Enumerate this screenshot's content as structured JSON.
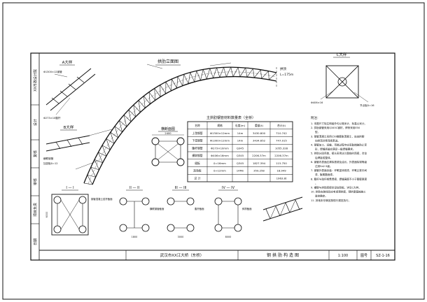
{
  "title_block": {
    "project": "武汉市XX江大桥（东桥）",
    "drawing_title": "钢拱肋构造图",
    "scale": "1:100",
    "sheet_label": "图号",
    "sheet_no": "SZ-1-16",
    "side_labels": [
      "XX市政设计院",
      "设计",
      "复核",
      "审核",
      "项目负责",
      "日期"
    ]
  },
  "views": {
    "main_elevation": "拱肋立面图",
    "detail_a": "A大样",
    "detail_b": "B大样",
    "detail_c": "C大样",
    "cross_section": "横断面图",
    "section_1": "I — I",
    "section_2": "II — II",
    "section_3": "III — III",
    "section_4": "IV — IV"
  },
  "section_notes": {
    "s1": "钢管混凝土弦杆截面",
    "s2": "横联钢管截面",
    "s3": "腹杆截面",
    "s4": "斜撑截面"
  },
  "table": {
    "title": "主拱肋钢管材料数量表（全桥）",
    "headers": [
      "名称",
      "规格",
      "长度(m)",
      "重量(t)",
      "合计(t)"
    ],
    "rows": [
      [
        "上弦钢管",
        "Φ1300×12mm",
        "14m",
        "3430.800",
        "710.742"
      ],
      [
        "下弦钢管",
        "Φ1300×12mm",
        "14m",
        "3434.652",
        "747.015"
      ],
      [
        "腹杆钢管",
        "Φ273×10mm",
        "Q345",
        "",
        "1055.328"
      ],
      [
        "横联钢管",
        "Φ406×16mm",
        "Q345",
        "2206.37m",
        "2206.37m"
      ],
      [
        "缀板",
        "δ=16mm",
        "Q345",
        "1827.394",
        "115.750"
      ],
      [
        "加劲板",
        "δ=12mm",
        "14Mn",
        "359.258",
        "18.949"
      ],
      [
        "总 计",
        "",
        "",
        "",
        "1963.8t"
      ]
    ]
  },
  "notes": {
    "heading": "附注：",
    "items": [
      "1. 本图尺寸除注明者外均以毫米计，标高以米计。",
      "2. 拱肋钢管采用Q345C钢材，焊条采用E50型。",
      "3. 钢管混凝土采用C50微膨胀混凝土，应由拱脚向拱顶对称连续泵送。",
      "4. 钢管加工、运输、吊装过程中应采取措施防止变形，焊缝质量应满足一级焊缝要求。",
      "5. 拱肋分段吊装，接头采用法兰盘临时连接，合龙后焊接成整体。",
      "6. 钢管内表面应清除铁锈及油污，外表面除锈等级达到Sa2.5级。",
      "7. 钢管外表面涂装：环氧富锌底漆、环氧云铁中间漆、聚氨酯面漆。",
      "8. 腹杆与弦杆相贯焊接，焊缝高度不小于管壁厚度。",
      "9. 横联与拱肋连接处设加劲板，详见C大样。",
      "10. 拱肋安装线形应考虑预拱度，预拱度值按施工监控确定。",
      "11. 其他未尽事宜按现行规范执行。"
    ]
  },
  "callouts": {
    "detail_a_note": "Φ1300×12钢管",
    "detail_a_note2": "Φ273×10腹杆",
    "detail_b_note": "横联钢管",
    "detail_b_note2": "加劲板δ=12",
    "detail_c_note": "Φ406×16",
    "detail_c_note2": "节点板δ=16",
    "arch_top_note": "拱顶",
    "arch_top_dim": "L=175m",
    "dims": [
      "2400",
      "1800",
      "3000",
      "8000",
      "6000"
    ]
  }
}
